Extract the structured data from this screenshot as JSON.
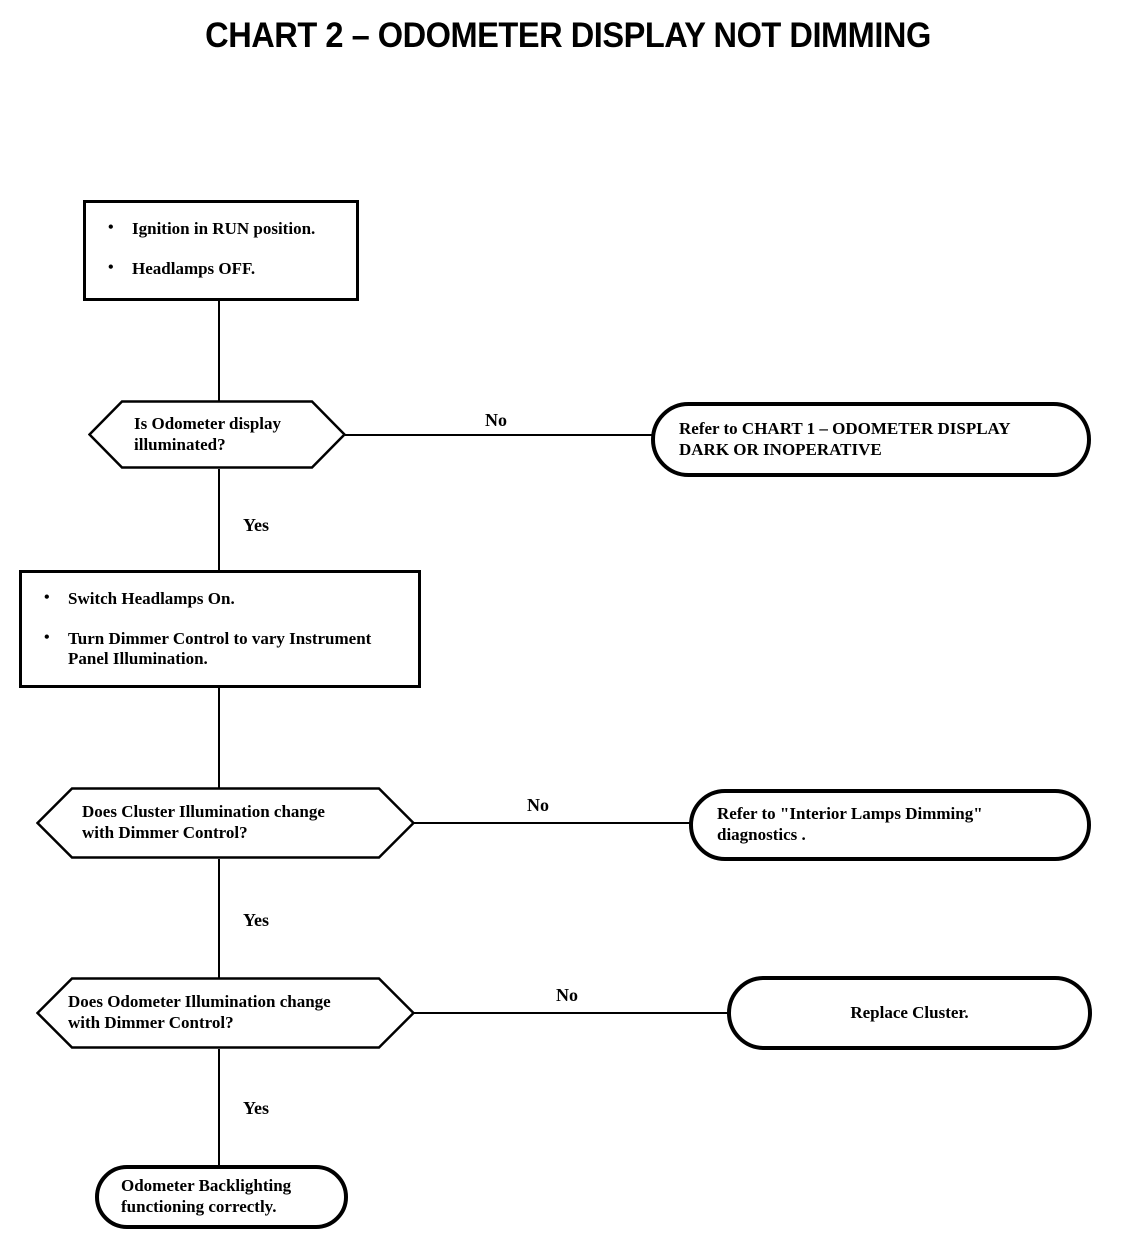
{
  "title": "CHART 2 – ODOMETER DISPLAY NOT DIMMING",
  "chart_data": {
    "type": "diagram",
    "diagram_kind": "troubleshooting-flowchart",
    "title": "CHART 2 – ODOMETER DISPLAY NOT DIMMING",
    "nodes": [
      {
        "id": "n1",
        "shape": "process",
        "text": [
          "Ignition in RUN position.",
          "Headlamps OFF."
        ]
      },
      {
        "id": "d1",
        "shape": "decision",
        "text": [
          "Is Odometer display",
          "illuminated?"
        ]
      },
      {
        "id": "t1",
        "shape": "terminator",
        "text": [
          "Refer to CHART 1 – ODOMETER DISPLAY",
          "DARK OR INOPERATIVE"
        ]
      },
      {
        "id": "n2",
        "shape": "process",
        "text": [
          "Switch Headlamps On.",
          "Turn Dimmer Control to vary Instrument Panel Illumination."
        ]
      },
      {
        "id": "d2",
        "shape": "decision",
        "text": [
          "Does Cluster Illumination change",
          "with Dimmer Control?"
        ]
      },
      {
        "id": "t2",
        "shape": "terminator",
        "text": [
          "Refer to \"Interior Lamps Dimming\"",
          "diagnostics ."
        ]
      },
      {
        "id": "d3",
        "shape": "decision",
        "text": [
          "Does Odometer Illumination change",
          "with Dimmer Control?"
        ]
      },
      {
        "id": "t3",
        "shape": "terminator",
        "text": [
          "Replace Cluster."
        ]
      },
      {
        "id": "t4",
        "shape": "terminator",
        "text": [
          "Odometer Backlighting",
          "functioning correctly."
        ]
      }
    ],
    "edges": [
      {
        "from": "n1",
        "to": "d1",
        "label": ""
      },
      {
        "from": "d1",
        "to": "t1",
        "label": "No"
      },
      {
        "from": "d1",
        "to": "n2",
        "label": "Yes"
      },
      {
        "from": "n2",
        "to": "d2",
        "label": ""
      },
      {
        "from": "d2",
        "to": "t2",
        "label": "No"
      },
      {
        "from": "d2",
        "to": "d3",
        "label": "Yes"
      },
      {
        "from": "d3",
        "to": "t3",
        "label": "No"
      },
      {
        "from": "d3",
        "to": "t4",
        "label": "Yes"
      }
    ]
  },
  "nodes": {
    "conditions_box": {
      "bullet1": "Ignition in RUN position.",
      "bullet2": "Headlamps OFF."
    },
    "decision1": {
      "line1": "Is Odometer display",
      "line2": "illuminated?"
    },
    "terminator1": {
      "line1": "Refer to CHART 1 – ODOMETER DISPLAY",
      "line2": "DARK OR INOPERATIVE"
    },
    "actions_box": {
      "bullet1": "Switch Headlamps On.",
      "bullet2a": "Turn Dimmer Control to vary Instrument",
      "bullet2b": "Panel Illumination."
    },
    "decision2": {
      "line1": "Does Cluster Illumination change",
      "line2": "with Dimmer Control?"
    },
    "terminator2": {
      "line1": "Refer to \"Interior Lamps Dimming\"",
      "line2": "diagnostics ."
    },
    "decision3": {
      "line1": "Does Odometer Illumination change",
      "line2": "with Dimmer Control?"
    },
    "terminator3": {
      "line1": "Replace Cluster."
    },
    "terminator4": {
      "line1": "Odometer Backlighting",
      "line2": "functioning correctly."
    }
  },
  "edge_labels": {
    "d1_no": "No",
    "d1_yes": "Yes",
    "d2_no": "No",
    "d2_yes": "Yes",
    "d3_no": "No",
    "d3_yes": "Yes"
  },
  "colors": {
    "ink": "#000000",
    "paper": "#ffffff"
  }
}
